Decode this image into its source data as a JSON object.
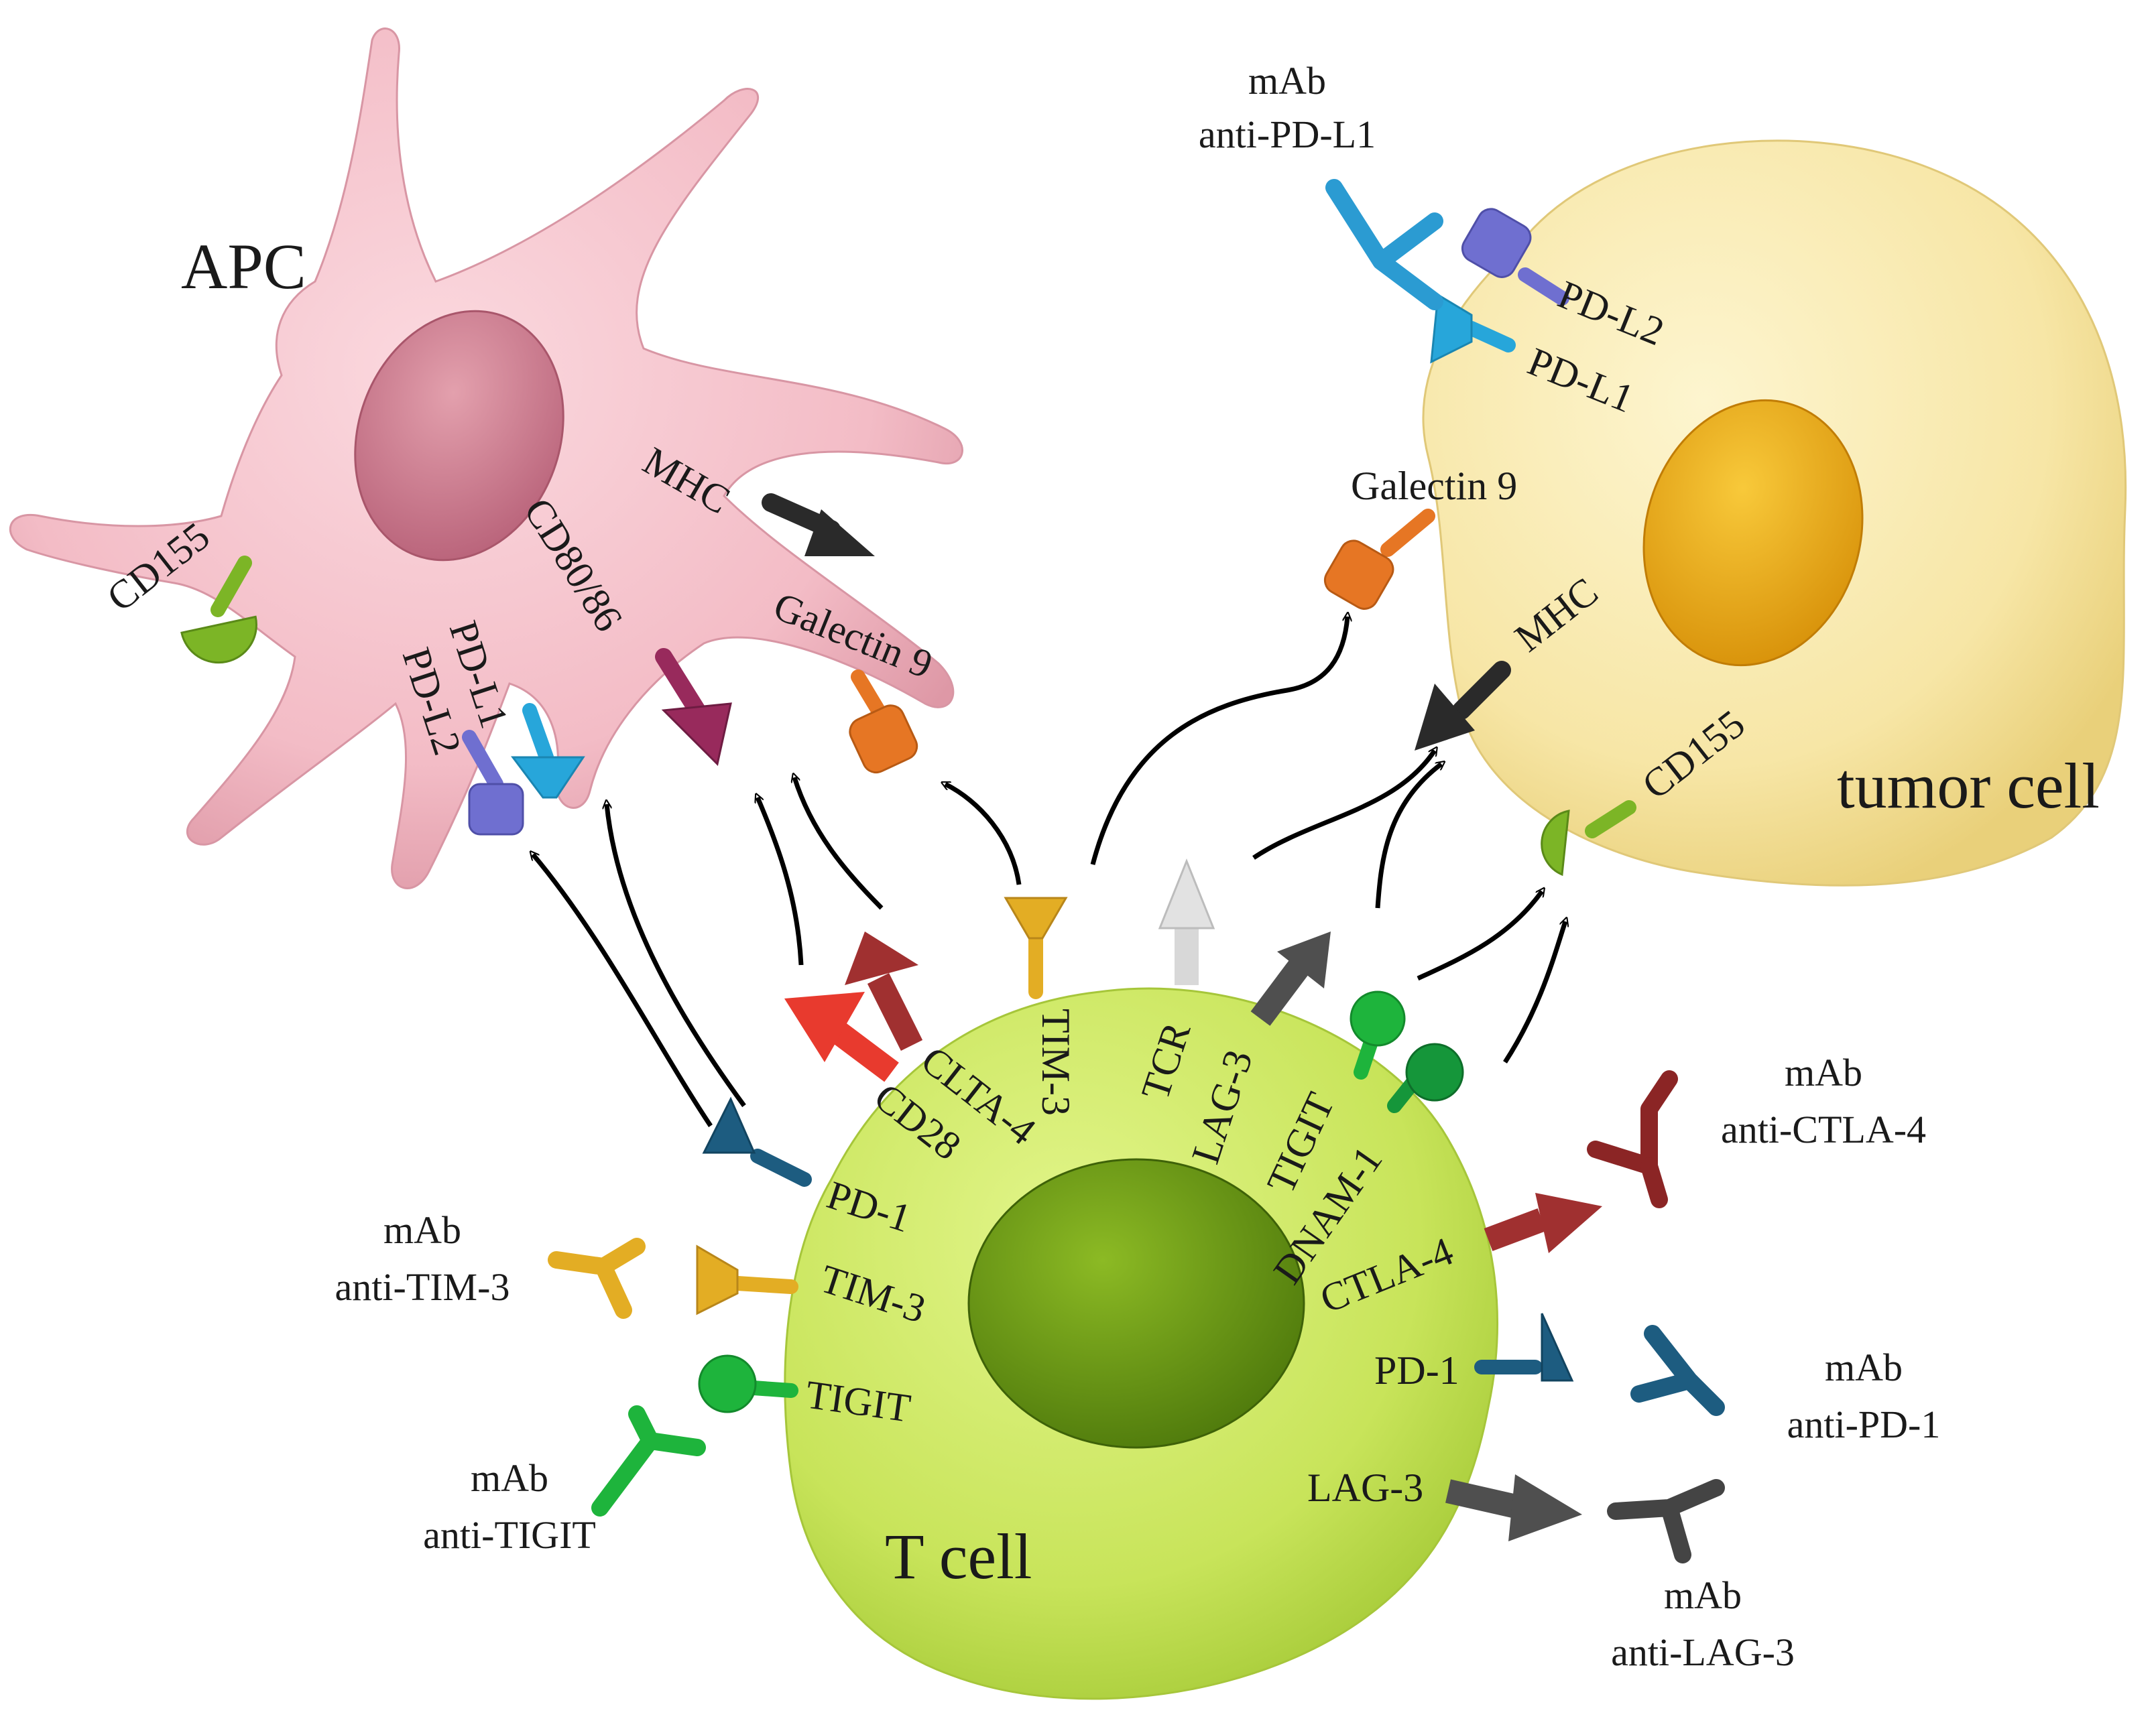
{
  "cells": {
    "apc": {
      "title": "APC",
      "color": "#f3bcc6",
      "nucleus_color": "#cf7d8e"
    },
    "tumor": {
      "title": "tumor cell",
      "color": "#f7e6a6",
      "nucleus_color": "#e8a90e"
    },
    "tcell": {
      "title": "T cell",
      "color": "#c8e45a",
      "nucleus_color": "#6c9a14"
    }
  },
  "apc_labels": {
    "cd155": "CD155",
    "pdl1": "PD-L1",
    "pdl2": "PD-L2",
    "cd80_86": "CD80/86",
    "mhc": "MHC",
    "galectin9": "Galectin 9"
  },
  "tumor_labels": {
    "pdl2": "PD-L2",
    "pdl1": "PD-L1",
    "galectin9": "Galectin 9",
    "mhc": "MHC",
    "cd155": "CD155"
  },
  "tcell_labels": {
    "clta4": "CLTA-4",
    "cd28": "CD28",
    "tim3_top": "TIM-3",
    "tcr": "TCR",
    "lag3_top": "LAG-3",
    "tigit_top": "TIGIT",
    "dnam1": "DNAM-1",
    "pd1_left": "PD-1",
    "tim3_left": "TIM-3",
    "tigit_left": "TIGIT",
    "ctla4_right": "CTLA-4",
    "pd1_right": "PD-1",
    "lag3_right": "LAG-3"
  },
  "antibodies": {
    "anti_pdl1": {
      "line1": "mAb",
      "line2": "anti-PD-L1",
      "color": "#2b9bd2"
    },
    "anti_ctla4": {
      "line1": "mAb",
      "line2": "anti-CTLA-4",
      "color": "#8b2525"
    },
    "anti_pd1": {
      "line1": "mAb",
      "line2": "anti-PD-1",
      "color": "#1d5c80"
    },
    "anti_lag3": {
      "line1": "mAb",
      "line2": "anti-LAG-3",
      "color": "#444444"
    },
    "anti_tim3": {
      "line1": "mAb",
      "line2": "anti-TIM-3",
      "color": "#e3ad24"
    },
    "anti_tigit": {
      "line1": "mAb",
      "line2": "anti-TIGIT",
      "color": "#1eb43c"
    }
  },
  "receptor_colors": {
    "cd155": "#7cb526",
    "pdl1": "#27a6da",
    "pdl2": "#6f6fd0",
    "cd80_86": "#982a5c",
    "mhc": "#2a2a2a",
    "galectin9": "#e67624",
    "tim3": "#e3ad24",
    "tcr": "#d8d8d8",
    "lag3": "#4f4f4f",
    "tigit": "#1eb43c",
    "dnam1": "#15963a",
    "pd1": "#1d5c80",
    "cd28": "#e83a2e",
    "ctla4": "#a03030"
  }
}
